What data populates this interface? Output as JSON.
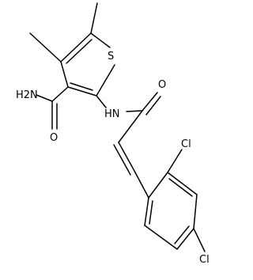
{
  "molecule": {
    "atom_labels": {
      "sulfur": "S",
      "amide_nitrogen": "HN",
      "amide_oxygen": "O",
      "carboxamide_nh2": "H2N",
      "carboxamide_oxygen": "O",
      "chlorine_ortho": "Cl",
      "chlorine_para": "Cl"
    },
    "colors": {
      "bond": "#000000",
      "label": "#000000",
      "background": "#ffffff"
    }
  }
}
